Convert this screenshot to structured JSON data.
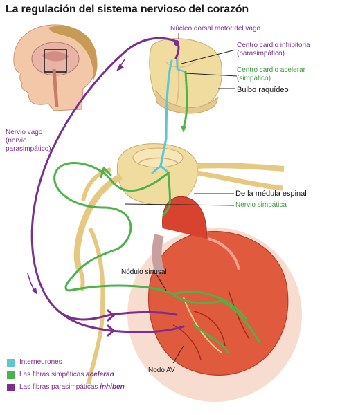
{
  "title": "La regulación del sistema nervioso del corazón",
  "colors": {
    "interneurons": "#5ec8d0",
    "sympathetic": "#4ab34a",
    "parasympathetic": "#7a2e8f",
    "nerve_tissue": "#f1dca0",
    "heart": "#d8432f",
    "background_circle": "#f6ddd0"
  },
  "labels": {
    "nucleo_dorsal": "Núcleo dorsal motor del vago",
    "centro_inhibitoria_1": "Centro cardio inhibitoria",
    "centro_inhibitoria_2": "(parasimpático)",
    "centro_acelerar_1": "Centro cardio acelerar",
    "centro_acelerar_2": "(simpático)",
    "bulbo": "Bulbo raquídeo",
    "vago_1": "Nervio vago",
    "vago_2": "(nervio",
    "vago_3": "parasimpático)",
    "medula": "De la médula espinal",
    "nervio_simpatica": "Nervio simpática",
    "nodulo_sinusal": "Nódulo sinusal",
    "nodo_av": "Nodo AV"
  },
  "legend": [
    {
      "color": "#5ec8d0",
      "text": "Interneurones",
      "emph": ""
    },
    {
      "color": "#4ab34a",
      "text": "Las fibras simpáticas ",
      "emph": "aceleran"
    },
    {
      "color": "#7a2e8f",
      "text": "Las fibras parasimpáticas ",
      "emph": "inhiben"
    }
  ],
  "icons": [
    "head-profile-icon",
    "medulla-section-icon",
    "spinal-cord-section-icon",
    "heart-icon"
  ]
}
